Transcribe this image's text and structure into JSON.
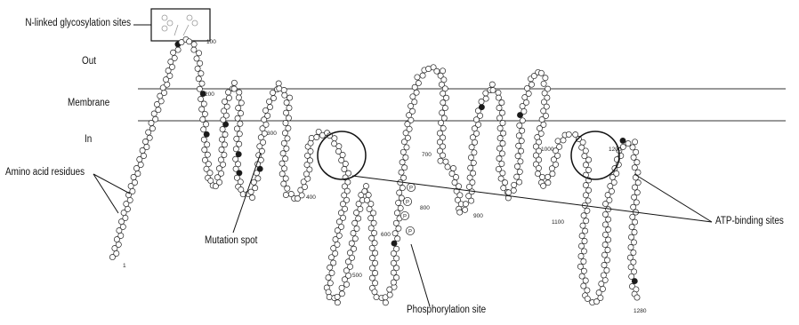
{
  "regions": {
    "out": "Out",
    "membrane": "Membrane",
    "in": "In"
  },
  "annotations": {
    "glycosylation": "N-linked glycosylation sites",
    "amino_acid_residues": "Amino acid residues",
    "mutation_spot": "Mutation spot",
    "phosphorylation_site": "Phosphorylation site",
    "atp_binding_sites": "ATP-binding sites"
  },
  "residue_numbers": [
    "1",
    "100",
    "200",
    "300",
    "400",
    "500",
    "600",
    "700",
    "800",
    "900",
    "1000",
    "1100",
    "1200",
    "1280"
  ],
  "phospho_marker": "P",
  "colors": {
    "residue_fill": "#ffffff",
    "residue_stroke": "#222222",
    "mutation_fill": "#1a1a1a",
    "membrane_line": "#333333",
    "pointer_line": "#111111"
  }
}
